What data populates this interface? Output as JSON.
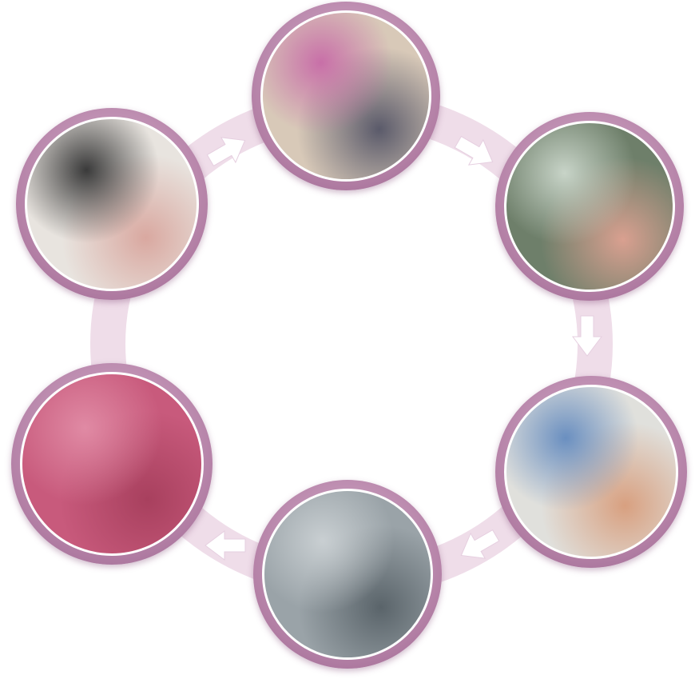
{
  "diagram": {
    "type": "cycle",
    "ring_color": "#efdde9",
    "frame_color": "#b27ea4",
    "arrow_color": "#ffffff",
    "steps": [
      {
        "id": "design",
        "icon": "computer-design-photo",
        "colors": [
          "#e8e4df",
          "#3a3a3a",
          "#d9a8a0"
        ]
      },
      {
        "id": "printing",
        "icon": "printing-press-photo",
        "colors": [
          "#d8c9b8",
          "#c86fa8",
          "#5a5a6a"
        ]
      },
      {
        "id": "banknote-stacks",
        "icon": "banknote-stack-photo",
        "colors": [
          "#6e7f6a",
          "#c8d4c8",
          "#d9a090"
        ]
      },
      {
        "id": "circulation",
        "icon": "cash-handover-photo",
        "colors": [
          "#e0e0dc",
          "#6a8fc0",
          "#d8a080"
        ]
      },
      {
        "id": "destruction-machine",
        "icon": "shredding-machine-photo",
        "colors": [
          "#9aa3a8",
          "#c9cfd2",
          "#5a646a"
        ]
      },
      {
        "id": "shredded-bricks",
        "icon": "shredded-money-photo",
        "colors": [
          "#c85a7c",
          "#e08aa4",
          "#a8405e"
        ]
      }
    ]
  }
}
